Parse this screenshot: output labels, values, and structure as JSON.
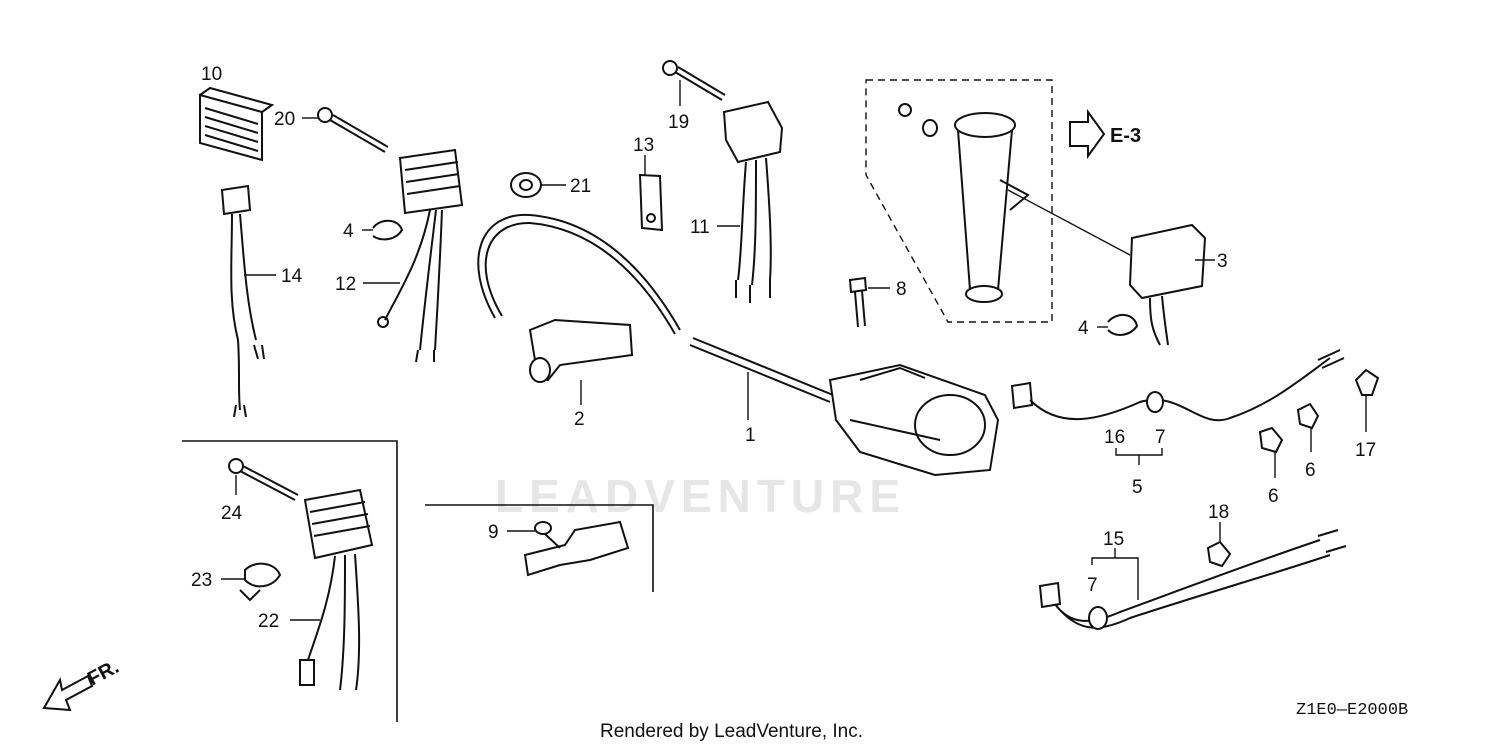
{
  "diagram": {
    "watermark": "LEADVENTURE",
    "footer": "Rendered by LeadVenture, Inc.",
    "drawing_code": "Z1E0—E2000B",
    "reference_label": "E-3",
    "front_label": "FR.",
    "callouts": [
      "1",
      "2",
      "3",
      "4",
      "4",
      "5",
      "6",
      "6",
      "7",
      "7",
      "8",
      "9",
      "10",
      "11",
      "12",
      "13",
      "14",
      "15",
      "16",
      "17",
      "18",
      "19",
      "20",
      "21",
      "22",
      "23",
      "24"
    ]
  }
}
